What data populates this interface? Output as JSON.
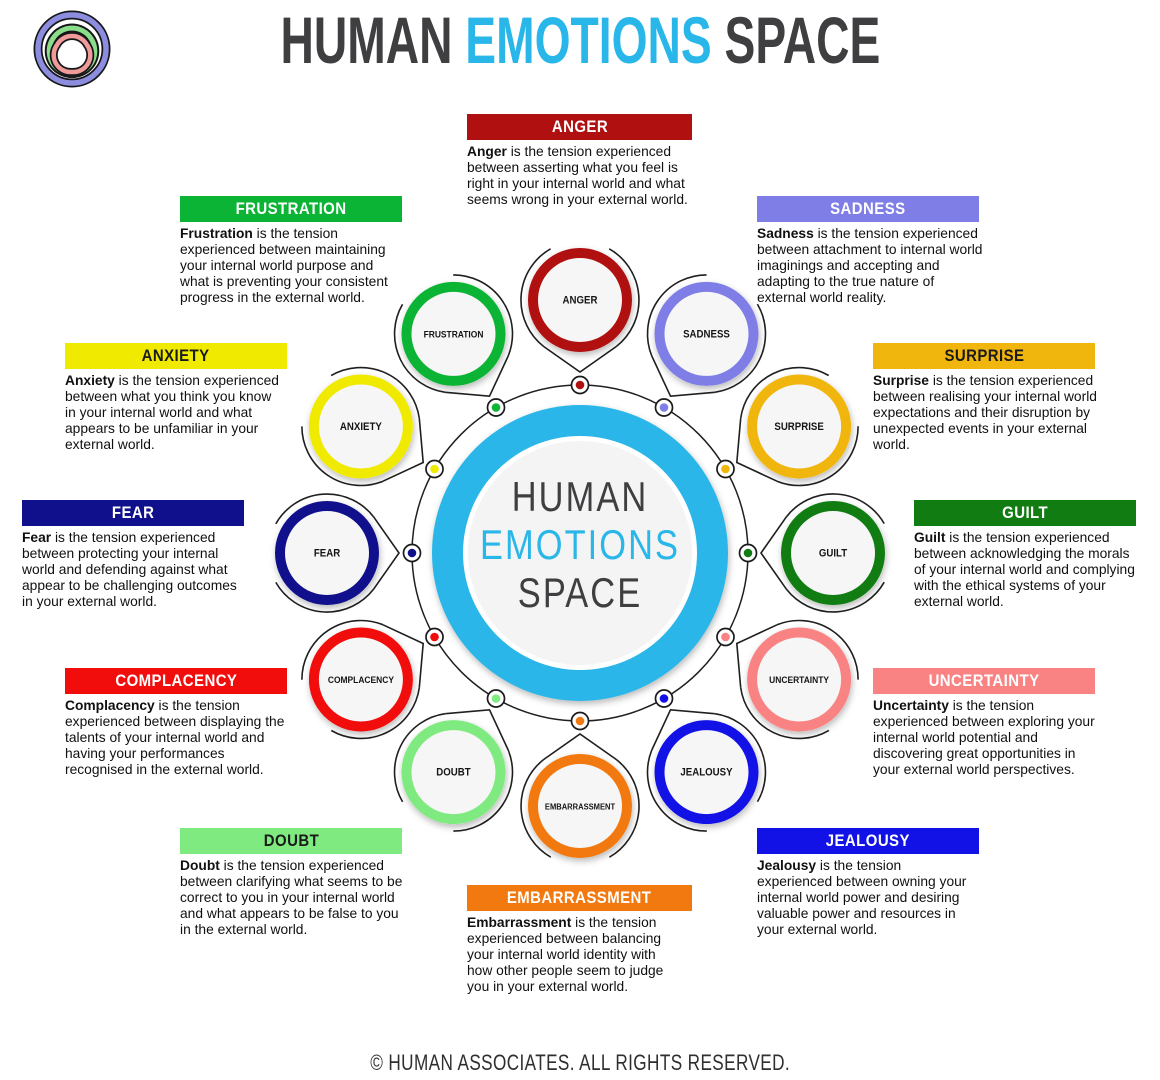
{
  "title": {
    "part1": "HUMAN ",
    "part2": "EMOTIONS",
    "part3": " SPACE"
  },
  "center": {
    "line1": "HUMAN",
    "line2": "EMOTIONS",
    "line3": "SPACE"
  },
  "footer": {
    "text": "© HUMAN ASSOCIATES. ALL RIGHTS RESERVED."
  },
  "logo": {
    "ring_color": "#8d8de0",
    "knot_color_1": "#8ade8a",
    "knot_color_2": "#f09a9a"
  },
  "colors": {
    "accent_cyan": "#29b6e8",
    "title_dark": "#3f3f42",
    "center_bg": "#f4f4f4",
    "ink": "#101010",
    "outline_black": "#1f1f1f"
  },
  "emotions": [
    {
      "id": "anger",
      "label": "ANGER",
      "color": "#b01010",
      "bar_text": "#ffffff",
      "angle": 90,
      "lead": "Anger",
      "desc": "is the tension experienced between asserting what you feel is right in your internal world and what seems wrong in your external world."
    },
    {
      "id": "sadness",
      "label": "SADNESS",
      "color": "#7e7ee6",
      "bar_text": "#ffffff",
      "angle": 60,
      "lead": "Sadness",
      "desc": "is the tension experienced between attachment to internal world imaginings and accepting and adapting to the true nature of external world reality."
    },
    {
      "id": "surprise",
      "label": "SURPRISE",
      "color": "#f1b60e",
      "bar_text": "#1a1a1a",
      "angle": 30,
      "lead": "Surprise",
      "desc": "is the tension experienced between realising your internal world expectations and their disruption by unexpected events in your external world."
    },
    {
      "id": "guilt",
      "label": "GUILT",
      "color": "#107c12",
      "bar_text": "#ffffff",
      "angle": 0,
      "lead": "Guilt",
      "desc": "is the tension experienced between acknowledging the morals of your internal world and complying with the ethical systems of your external world."
    },
    {
      "id": "uncertainty",
      "label": "UNCERTAINTY",
      "color": "#f98383",
      "bar_text": "#ffffff",
      "angle": -30,
      "lead": "Uncertainty",
      "desc": "is the tension experienced between exploring your internal world potential and discovering great opportunities in your external world perspectives."
    },
    {
      "id": "jealousy",
      "label": "JEALOUSY",
      "color": "#1212e6",
      "bar_text": "#ffffff",
      "angle": -60,
      "lead": "Jealousy",
      "desc": "is the tension experienced between owning your internal world power and desiring valuable power and resources in your external world."
    },
    {
      "id": "embarrassment",
      "label": "EMBARRASSMENT",
      "color": "#f2790f",
      "bar_text": "#ffffff",
      "angle": -90,
      "lead": "Embarrassment",
      "desc": "is the tension experienced between balancing your internal world identity with how other people seem to judge you in your external world."
    },
    {
      "id": "doubt",
      "label": "DOUBT",
      "color": "#7fea7f",
      "bar_text": "#1a1a1a",
      "angle": -120,
      "lead": "Doubt",
      "desc": "is the tension experienced between clarifying what seems to be correct to you in your internal world and what appears to be false to you in the external world."
    },
    {
      "id": "complacency",
      "label": "COMPLACENCY",
      "color": "#f20d0d",
      "bar_text": "#ffffff",
      "angle": -150,
      "lead": "Complacency",
      "desc": "is the tension experienced between displaying the talents of your internal world and having your performances recognised in the external world."
    },
    {
      "id": "fear",
      "label": "FEAR",
      "color": "#10108c",
      "bar_text": "#ffffff",
      "angle": 180,
      "lead": "Fear",
      "desc": "is the tension experienced between protecting your internal world and defending against what appear to be challenging outcomes in your external world."
    },
    {
      "id": "anxiety",
      "label": "ANXIETY",
      "color": "#f0ea00",
      "bar_text": "#1a1a1a",
      "angle": 150,
      "lead": "Anxiety",
      "desc": "is the tension experienced between what you think you know in your internal world and what appears to be unfamiliar in your external world."
    },
    {
      "id": "frustration",
      "label": "FRUSTRATION",
      "color": "#0bb434",
      "bar_text": "#ffffff",
      "angle": 120,
      "lead": "Frustration",
      "desc": "is the tension experienced between maintaining your internal world purpose and what is preventing your consistent progress in the external world."
    }
  ]
}
